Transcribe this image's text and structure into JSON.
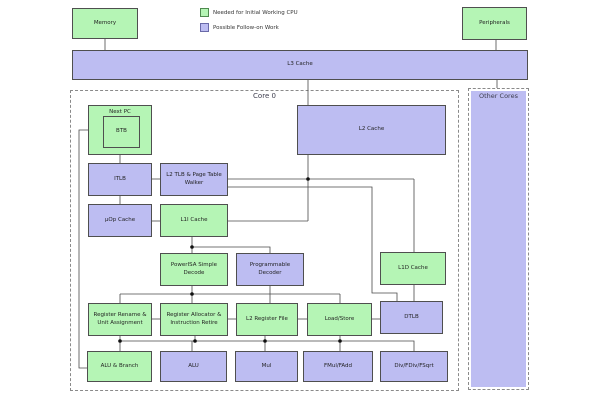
{
  "diagram": {
    "legend": {
      "green_label": "Needed for Initial Working CPU",
      "purple_label": "Possible Follow-on Work"
    },
    "colors": {
      "green": "#b5f5b5",
      "purple": "#bdbdf2"
    },
    "zones": {
      "core0_title": "Core 0",
      "other_cores_title": "Other Cores"
    },
    "blocks": {
      "memory": "Memory",
      "peripherals": "Peripherals",
      "l3_cache": "L3 Cache",
      "next_pc": "Next PC",
      "btb": "BTB",
      "l2_cache": "L2 Cache",
      "itlb": "ITLB",
      "l2_tlb": "L2 TLB & Page Table Walker",
      "uop_cache": "µOp Cache",
      "l1i_cache": "L1I Cache",
      "powerisa_decode": "PowerISA Simple Decode",
      "prog_decoder": "Programmable Decoder",
      "l1d_cache": "L1D Cache",
      "reg_rename": "Register Rename & Unit Assignment",
      "reg_alloc": "Register Allocator & Instruction Retire",
      "l2_regfile": "L2 Register File",
      "load_store": "Load/Store",
      "dtlb": "DTLB",
      "alu_branch": "ALU & Branch",
      "alu": "ALU",
      "mul": "Mul",
      "fmul_fadd": "FMul/FAdd",
      "div_fdiv_fsqrt": "Div/FDiv/FSqrt"
    }
  }
}
